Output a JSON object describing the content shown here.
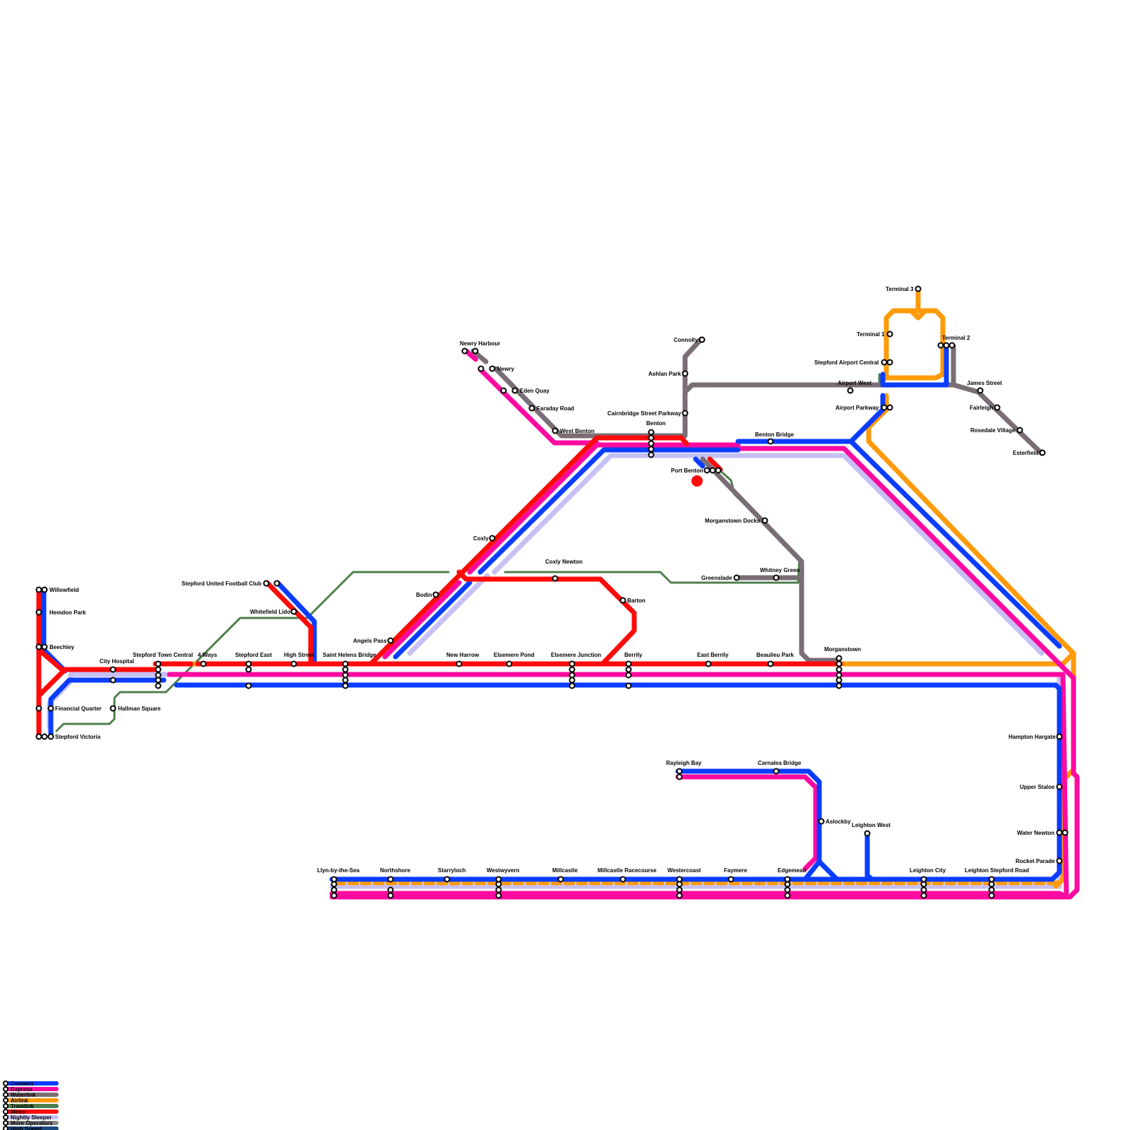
{
  "lines": [
    {
      "id": "connect",
      "name": "Connect",
      "color": "#0a3dff"
    },
    {
      "id": "express",
      "name": "Express",
      "color": "#ff0aa0"
    },
    {
      "id": "waterlink",
      "name": "Waterlink",
      "color": "#7a6e76"
    },
    {
      "id": "airlink",
      "name": "Airlink",
      "color": "#ff9a0a"
    },
    {
      "id": "tramlink",
      "name": "Tramlink",
      "color": "#4e7f4a"
    },
    {
      "id": "metro",
      "name": "Metro",
      "color": "#ff0a0a"
    },
    {
      "id": "sleeper",
      "name": "Nightly Sleeper",
      "color": "#c6c0f4"
    },
    {
      "id": "more",
      "name": "More Operators",
      "color": "#888888"
    },
    {
      "id": "highspeed",
      "name": "High Speed",
      "color": "#1a4a80"
    }
  ],
  "stations": {
    "willowfield": "Willowfield",
    "hemdon_park": "Hemdon Park",
    "beechley": "Beechley",
    "city_hospital": "City Hospital",
    "stepford_town_central": "Stepford Town Central",
    "financial_quarter": "Financial Quarter",
    "hallman_square": "Hallman Square",
    "stepford_victoria": "Stepford Victoria",
    "four_ways": "4 Ways",
    "stepford_east": "Stepford East",
    "high_street": "High Street",
    "saint_helens_bridge": "Saint Helens Bridge",
    "stepford_united_fc": "Stepford United Football Club",
    "whitefield_lido": "Whitefield Lido",
    "angels_pass": "Angels Pass",
    "bodin": "Bodin",
    "coxly": "Coxly",
    "newry_harbour": "Newry Harbour",
    "newry": "Newry",
    "eden_quay": "Eden Quay",
    "faraday_road": "Faraday Road",
    "west_benton": "West Benton",
    "benton": "Benton",
    "cairnbridge_street_parkway": "Cairnbridge Street Parkway",
    "ashlan_park": "Ashlan Park",
    "connolly": "Connolly",
    "benton_bridge": "Benton Bridge",
    "port_benton": "Port Benton",
    "morganstown_docks": "Morganstown Docks",
    "greenslade": "Greenslade",
    "whitney_green": "Whitney Green",
    "coxly_newton": "Coxly Newton",
    "barton": "Barton",
    "new_harrow": "New Harrow",
    "elsemere_pond": "Elsemere Pond",
    "elsemere_junction": "Elsemere Junction",
    "berrily": "Berrily",
    "east_berrily": "East Berrily",
    "beaulieu_park": "Beaulieu Park",
    "morganstown": "Morganstown",
    "airport_west": "Airport West",
    "stepford_airport_central": "Stepford Airport Central",
    "airport_parkway": "Airport Parkway",
    "terminal_1": "Terminal 1",
    "terminal_2": "Terminal 2",
    "terminal_3": "Terminal 3",
    "james_street": "James Street",
    "fairleigh": "Fairleigh",
    "rosedale_village": "Rosedale Village",
    "esterfield": "Esterfield",
    "hampton_hargate": "Hampton Hargate",
    "upper_staloe": "Upper Staloe",
    "water_newton": "Water Newton",
    "rocket_parade": "Rocket Parade",
    "rayleigh_bay": "Rayleigh Bay",
    "carnalea_bridge": "Carnalea Bridge",
    "aslockby": "Aslockby",
    "leighton_west": "Leighton West",
    "llyn_by_the_sea": "Llyn-by-the-Sea",
    "northshore": "Northshore",
    "starryloch": "Starryloch",
    "westwyvern": "Westwyvern",
    "millcastle": "Millcastle",
    "millcastle_racecourse": "Millcastle Racecourse",
    "westercoast": "Westercoast",
    "faymere": "Faymere",
    "edgemead": "Edgemead",
    "leighton_city": "Leighton City",
    "leighton_stepford_road": "Leighton Stepford Road"
  }
}
